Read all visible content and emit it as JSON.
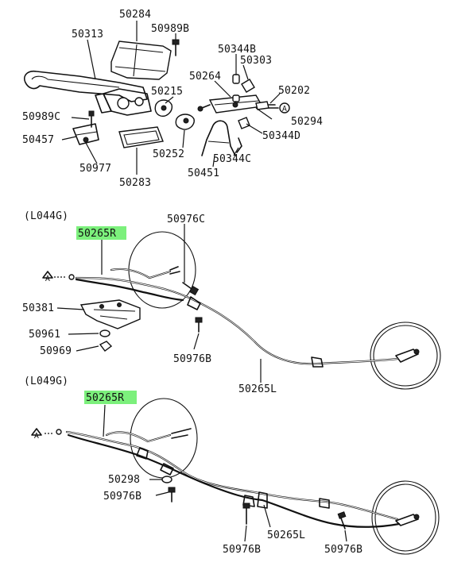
{
  "labels": {
    "p50284": "50284",
    "p50313": "50313",
    "p50989B": "50989B",
    "p50344B": "50344B",
    "p50303": "50303",
    "p50264": "50264",
    "p50215": "50215",
    "p50202": "50202",
    "p50989C": "50989C",
    "p50294": "50294",
    "p50457": "50457",
    "p50344D": "50344D",
    "p50252": "50252",
    "p50344C": "50344C",
    "p50977": "50977",
    "p50451": "50451",
    "p50283": "50283"
  },
  "marker_A": "A",
  "section_l044g": {
    "title": "(L044G)",
    "highlight": "50265R",
    "p50976C": "50976C",
    "p50381": "50381",
    "p50961": "50961",
    "p50969": "50969",
    "p50976B": "50976B",
    "p50265L": "50265L"
  },
  "section_l049g": {
    "title": "(L049G)",
    "highlight": "50265R",
    "p50298": "50298",
    "p50976B_a": "50976B",
    "p50976B_b": "50976B",
    "p50976B_c": "50976B",
    "p50265L": "50265L"
  },
  "colors": {
    "highlight": "#7cf07c",
    "ink": "#111111"
  }
}
